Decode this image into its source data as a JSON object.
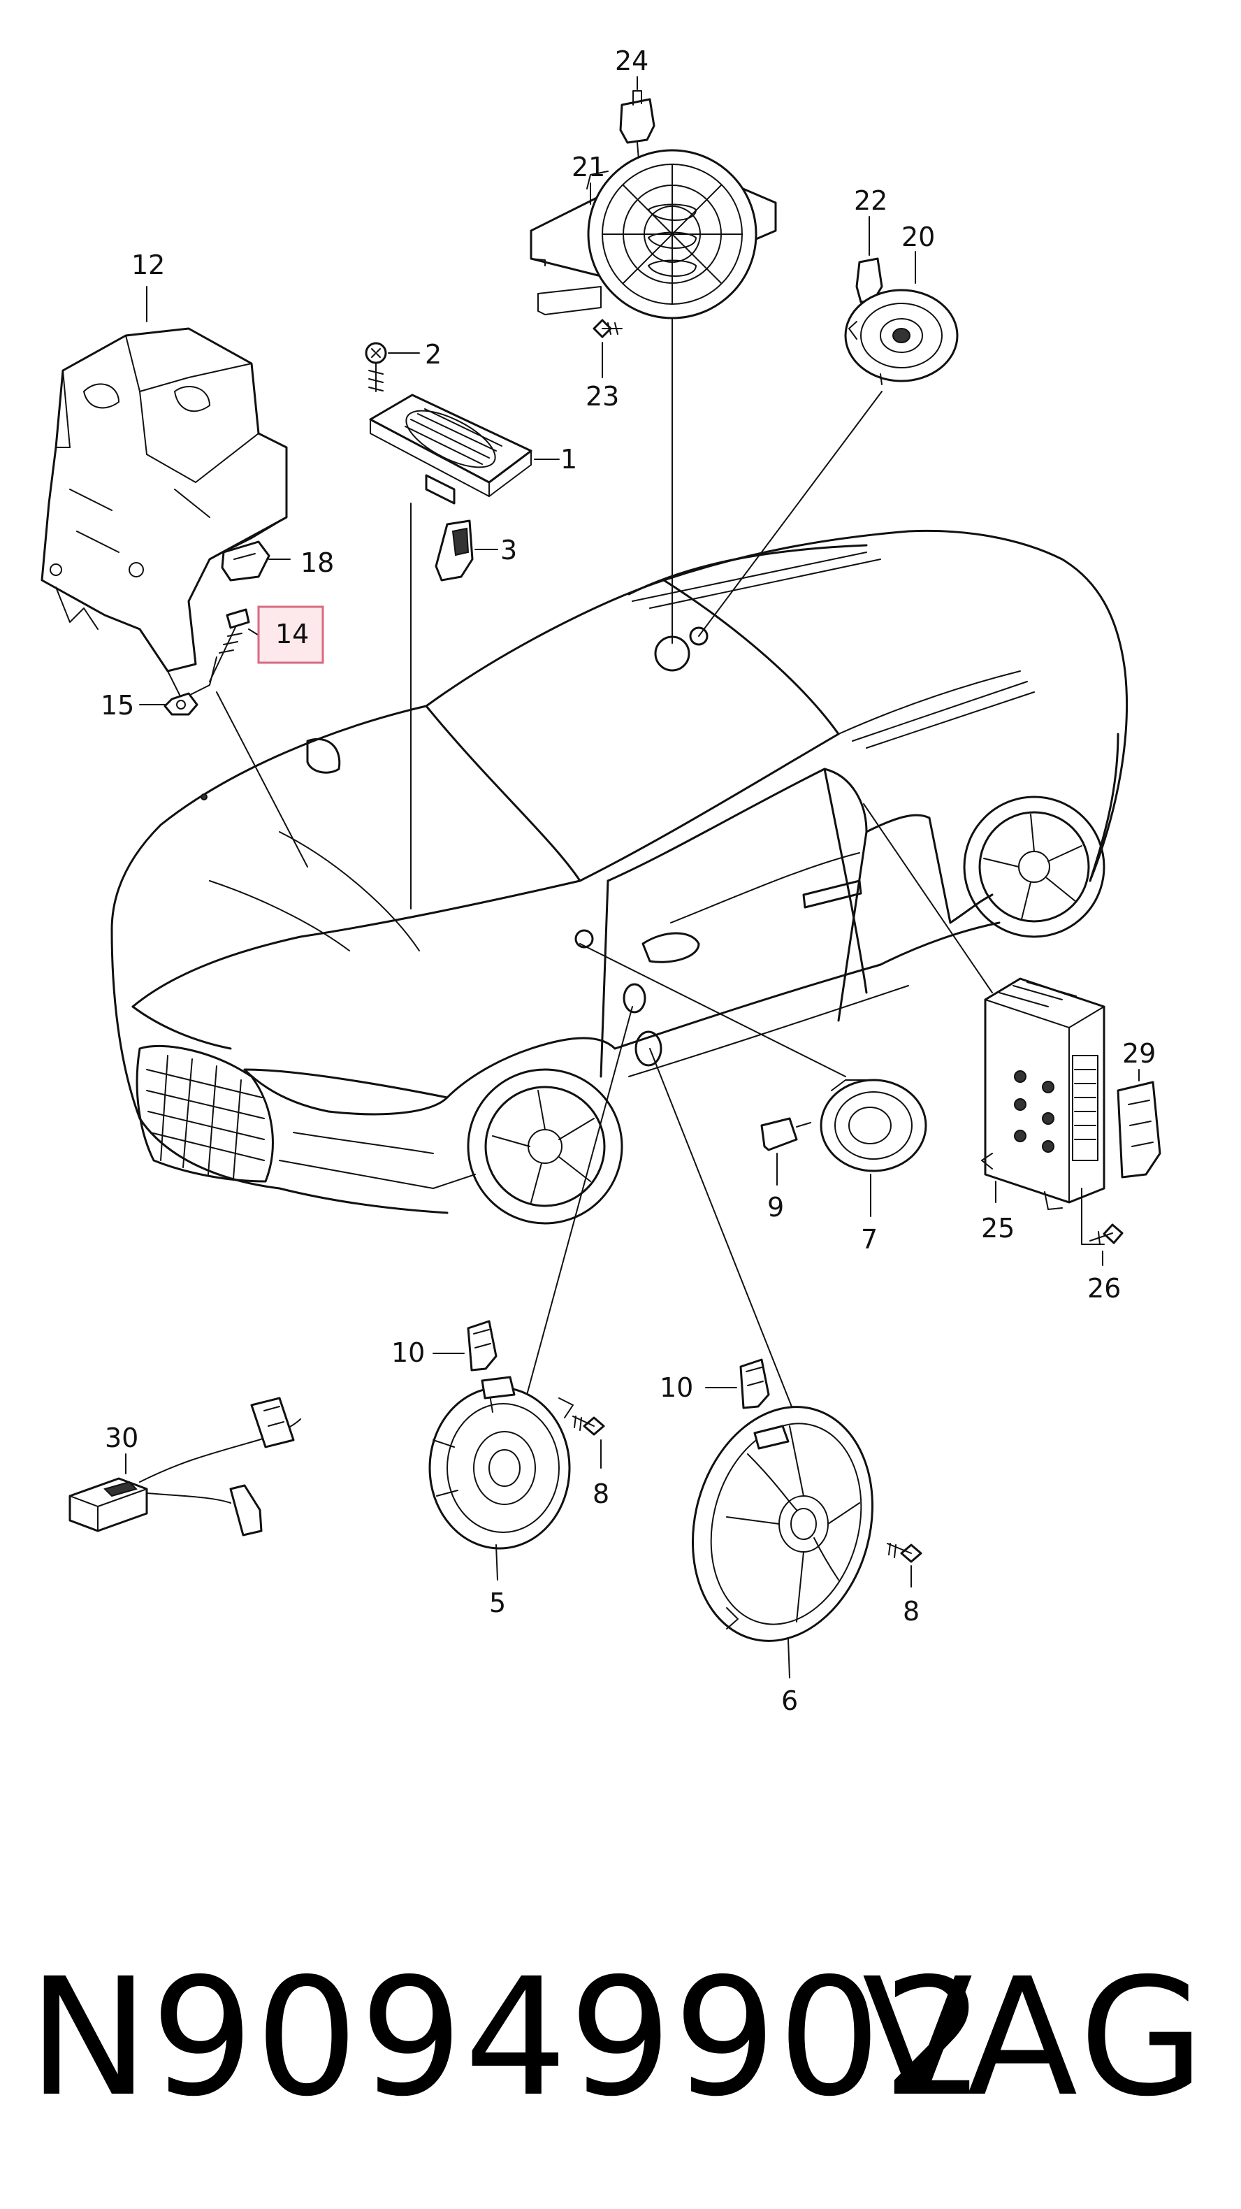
{
  "diagram": {
    "callouts": {
      "c1": "1",
      "c2": "2",
      "c3": "3",
      "c5": "5",
      "c6": "6",
      "c7": "7",
      "c8a": "8",
      "c8b": "8",
      "c9": "9",
      "c10a": "10",
      "c10b": "10",
      "c12": "12",
      "c14": "14",
      "c15": "15",
      "c18": "18",
      "c20": "20",
      "c21": "21",
      "c22": "22",
      "c23": "23",
      "c24": "24",
      "c25": "25",
      "c26": "26",
      "c29": "29",
      "c30": "30"
    },
    "highlighted_callout": "14"
  },
  "footer": {
    "part_number": "N90949902",
    "brand": "VAG"
  }
}
